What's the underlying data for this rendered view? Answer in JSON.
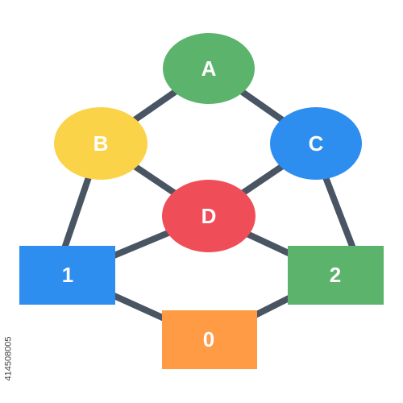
{
  "diagram": {
    "nodes": {
      "A": {
        "label": "A",
        "shape": "ellipse",
        "color": "#5cb36b"
      },
      "B": {
        "label": "B",
        "shape": "ellipse",
        "color": "#fbd349"
      },
      "C": {
        "label": "C",
        "shape": "ellipse",
        "color": "#2d8ef0"
      },
      "D": {
        "label": "D",
        "shape": "ellipse",
        "color": "#ef4e58"
      },
      "one": {
        "label": "1",
        "shape": "rectangle",
        "color": "#2d8ef0"
      },
      "two": {
        "label": "2",
        "shape": "rectangle",
        "color": "#5cb36b"
      },
      "zero": {
        "label": "0",
        "shape": "rectangle",
        "color": "#ff9a45"
      }
    },
    "edges": [
      [
        "A",
        "B"
      ],
      [
        "A",
        "C"
      ],
      [
        "B",
        "D"
      ],
      [
        "C",
        "D"
      ],
      [
        "B",
        "one"
      ],
      [
        "C",
        "two"
      ],
      [
        "D",
        "one"
      ],
      [
        "D",
        "two"
      ],
      [
        "one",
        "zero"
      ],
      [
        "two",
        "zero"
      ]
    ],
    "edge_color": "#4a5563",
    "label_color": "#ffffff"
  },
  "watermark": {
    "id_text": "414508005"
  }
}
